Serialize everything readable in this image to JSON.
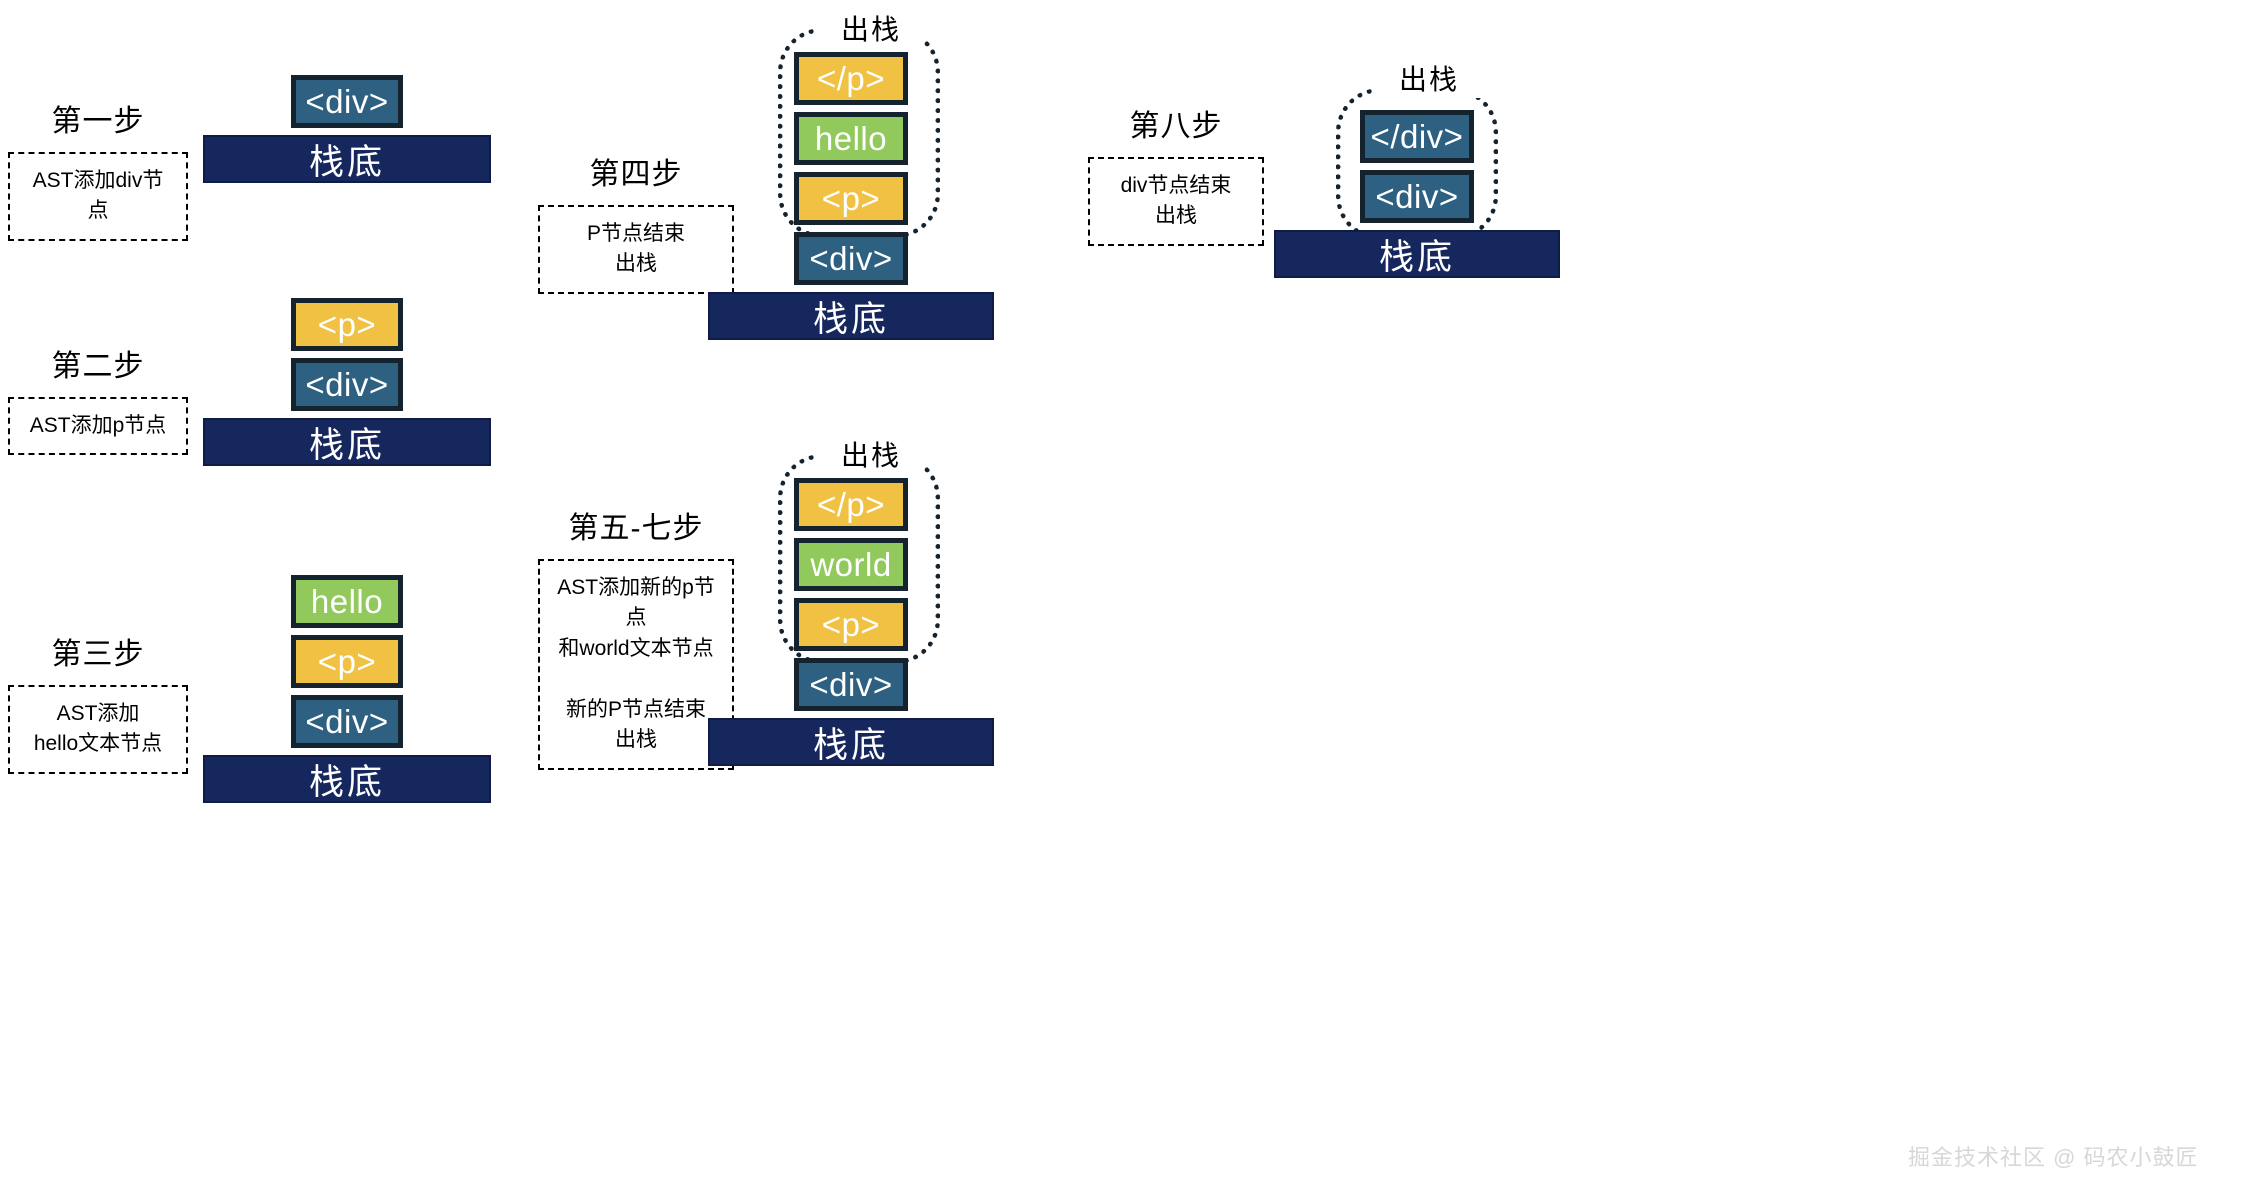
{
  "diagram": {
    "title_text_box_label": "栈底",
    "pop_label": "出栈",
    "watermark": "掘金技术社区 @ 码农小鼓匠"
  },
  "steps": [
    {
      "id": "step-1",
      "title": "第一步",
      "note": "AST添加div节点",
      "base_label": "栈底",
      "nodes": [
        {
          "label": "<div>",
          "kind": "div"
        }
      ],
      "pop": null
    },
    {
      "id": "step-2",
      "title": "第二步",
      "note": "AST添加p节点",
      "base_label": "栈底",
      "nodes": [
        {
          "label": "<p>",
          "kind": "tag"
        },
        {
          "label": "<div>",
          "kind": "div"
        }
      ],
      "pop": null
    },
    {
      "id": "step-3",
      "title": "第三步",
      "note": "AST添加\nhello文本节点",
      "base_label": "栈底",
      "nodes": [
        {
          "label": "hello",
          "kind": "text"
        },
        {
          "label": "<p>",
          "kind": "tag"
        },
        {
          "label": "<div>",
          "kind": "div"
        }
      ],
      "pop": null
    },
    {
      "id": "step-4",
      "title": "第四步",
      "note": "P节点结束\n出栈",
      "base_label": "栈底",
      "nodes": [
        {
          "label": "</p>",
          "kind": "tag"
        },
        {
          "label": "hello",
          "kind": "text"
        },
        {
          "label": "<p>",
          "kind": "tag"
        },
        {
          "label": "<div>",
          "kind": "div"
        }
      ],
      "pop": {
        "label": "出栈",
        "count": 3
      }
    },
    {
      "id": "step-5-7",
      "title": "第五-七步",
      "note": "AST添加新的p节点\n和world文本节点\n\n新的P节点结束\n出栈",
      "base_label": "栈底",
      "nodes": [
        {
          "label": "</p>",
          "kind": "tag"
        },
        {
          "label": "world",
          "kind": "text"
        },
        {
          "label": "<p>",
          "kind": "tag"
        },
        {
          "label": "<div>",
          "kind": "div"
        }
      ],
      "pop": {
        "label": "出栈",
        "count": 3
      }
    },
    {
      "id": "step-8",
      "title": "第八步",
      "note": "div节点结束\n出栈",
      "base_label": "栈底",
      "nodes": [
        {
          "label": "</div>",
          "kind": "div"
        },
        {
          "label": "<div>",
          "kind": "div"
        }
      ],
      "pop": {
        "label": "出栈",
        "count": 2
      }
    }
  ],
  "colors": {
    "element_node": "#2e6181",
    "tag_node": "#f0c143",
    "text_node": "#92c95c",
    "stack_base": "#16275e",
    "outline": "#15232f",
    "watermark": "#d7d7d7"
  }
}
